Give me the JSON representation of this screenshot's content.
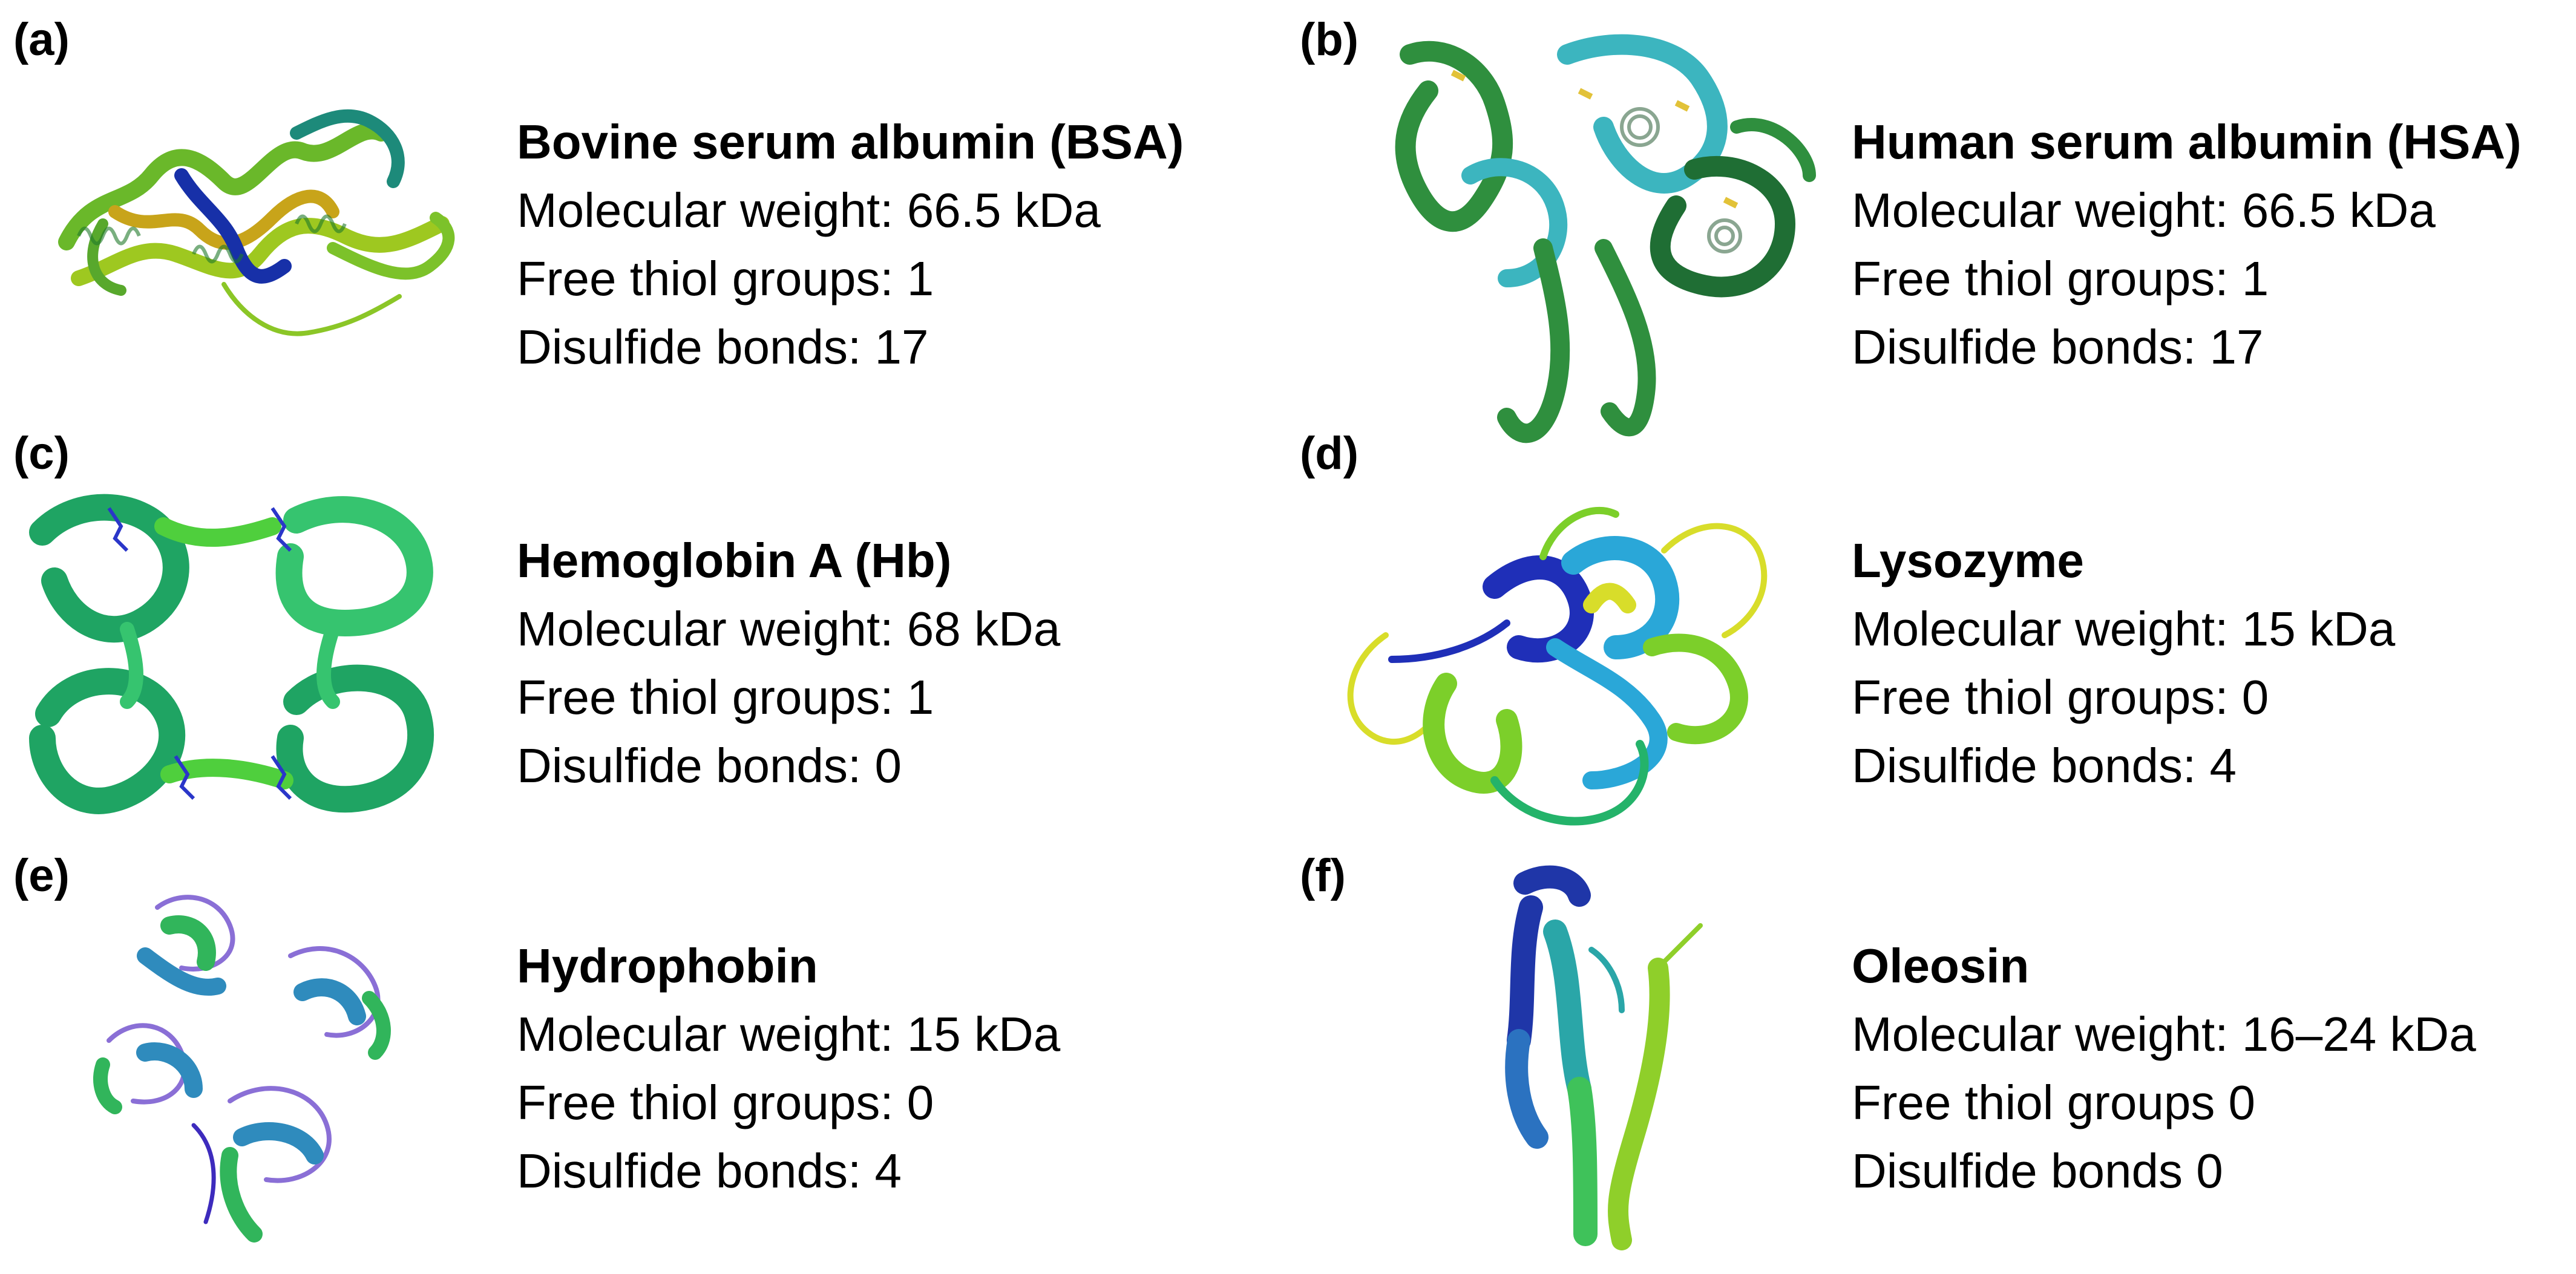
{
  "panels": [
    {
      "label": "(a)",
      "title": "Bovine serum albumin (BSA)",
      "molecular_weight": "Molecular weight: 66.5 kDa",
      "free_thiol": "Free thiol groups: 1",
      "disulfide": "Disulfide bonds: 17",
      "structure_icon": "bsa-ribbon-structure",
      "colors": [
        "#6ab82a",
        "#9ec820",
        "#c8a41a",
        "#1d8a7a",
        "#1730a8"
      ]
    },
    {
      "label": "(b)",
      "title": "Human serum albumin (HSA)",
      "molecular_weight": "Molecular weight: 66.5 kDa",
      "free_thiol": "Free thiol groups: 1",
      "disulfide": "Disulfide bonds: 17",
      "structure_icon": "hsa-ribbon-structure",
      "colors": [
        "#2f8f3e",
        "#3cb5bf",
        "#1f6e34",
        "#e2c238"
      ]
    },
    {
      "label": "(c)",
      "title": "Hemoglobin A (Hb)",
      "molecular_weight": "Molecular weight: 68 kDa",
      "free_thiol": "Free thiol groups: 1",
      "disulfide": "Disulfide bonds: 0",
      "structure_icon": "hemoglobin-ribbon-structure",
      "colors": [
        "#1fa463",
        "#36c46f",
        "#4fcf3d",
        "#2a36c9"
      ]
    },
    {
      "label": "(d)",
      "title": "Lysozyme",
      "molecular_weight": "Molecular weight: 15 kDa",
      "free_thiol": "Free thiol groups: 0",
      "disulfide": "Disulfide bonds: 4",
      "structure_icon": "lysozyme-ribbon-structure",
      "colors": [
        "#1f2fb8",
        "#2aa7d8",
        "#7ccf2a",
        "#d8dd2a",
        "#24b36a"
      ]
    },
    {
      "label": "(e)",
      "title": "Hydrophobin",
      "molecular_weight": "Molecular weight: 15 kDa",
      "free_thiol": "Free thiol groups: 0",
      "disulfide": "Disulfide bonds: 4",
      "structure_icon": "hydrophobin-ribbon-structure",
      "colors": [
        "#3d2bbd",
        "#2f8bbd",
        "#31b55b",
        "#8a6fd6"
      ]
    },
    {
      "label": "(f)",
      "title": "Oleosin",
      "molecular_weight": "Molecular weight: 16–24 kDa",
      "free_thiol": "Free thiol groups 0",
      "disulfide": "Disulfide bonds 0",
      "structure_icon": "oleosin-ribbon-structure",
      "colors": [
        "#1f36a8",
        "#2b72c0",
        "#2aa6a8",
        "#3fc25a",
        "#8fcf2a"
      ]
    }
  ]
}
